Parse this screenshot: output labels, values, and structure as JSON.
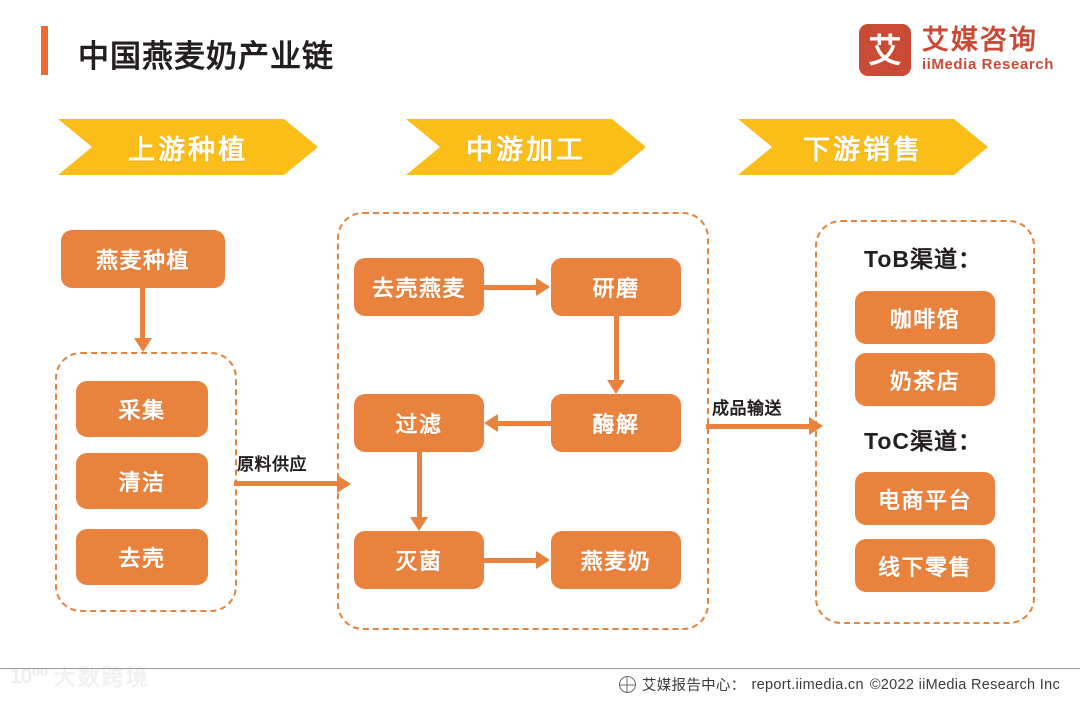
{
  "header": {
    "title": "中国燕麦奶产业链",
    "accent_color": "#ED6B33",
    "brand": {
      "mark": "艾",
      "name_cn": "艾媒咨询",
      "name_en": "iiMedia Research",
      "color": "#C94A35"
    }
  },
  "stages": [
    {
      "id": "upstream",
      "label": "上游种植"
    },
    {
      "id": "midstream",
      "label": "中游加工"
    },
    {
      "id": "downstream",
      "label": "下游销售"
    }
  ],
  "colors": {
    "node": "#E8823C",
    "banner": "#FBBE18",
    "dashed_border": "#E2833F"
  },
  "upstream": {
    "source_node": "燕麦种植",
    "steps": [
      "采集",
      "清洁",
      "去壳"
    ]
  },
  "midstream": {
    "nodes": [
      "去壳燕麦",
      "研磨",
      "酶解",
      "过滤",
      "灭菌",
      "燕麦奶"
    ]
  },
  "downstream": {
    "groups": [
      {
        "label": "ToB渠道：",
        "items": [
          "咖啡馆",
          "奶茶店"
        ]
      },
      {
        "label": "ToC渠道：",
        "items": [
          "电商平台",
          "线下零售"
        ]
      }
    ]
  },
  "connectors": [
    {
      "id": "raw-material-supply",
      "label": "原料供应"
    },
    {
      "id": "finished-goods-transport",
      "label": "成品输送"
    }
  ],
  "footer": {
    "source_label": "艾媒报告中心：",
    "url": "report.iimedia.cn",
    "copyright": "©2022  iiMedia Research  Inc"
  },
  "watermark": {
    "mark": "10⁰⁰",
    "text": "大数跨境"
  }
}
